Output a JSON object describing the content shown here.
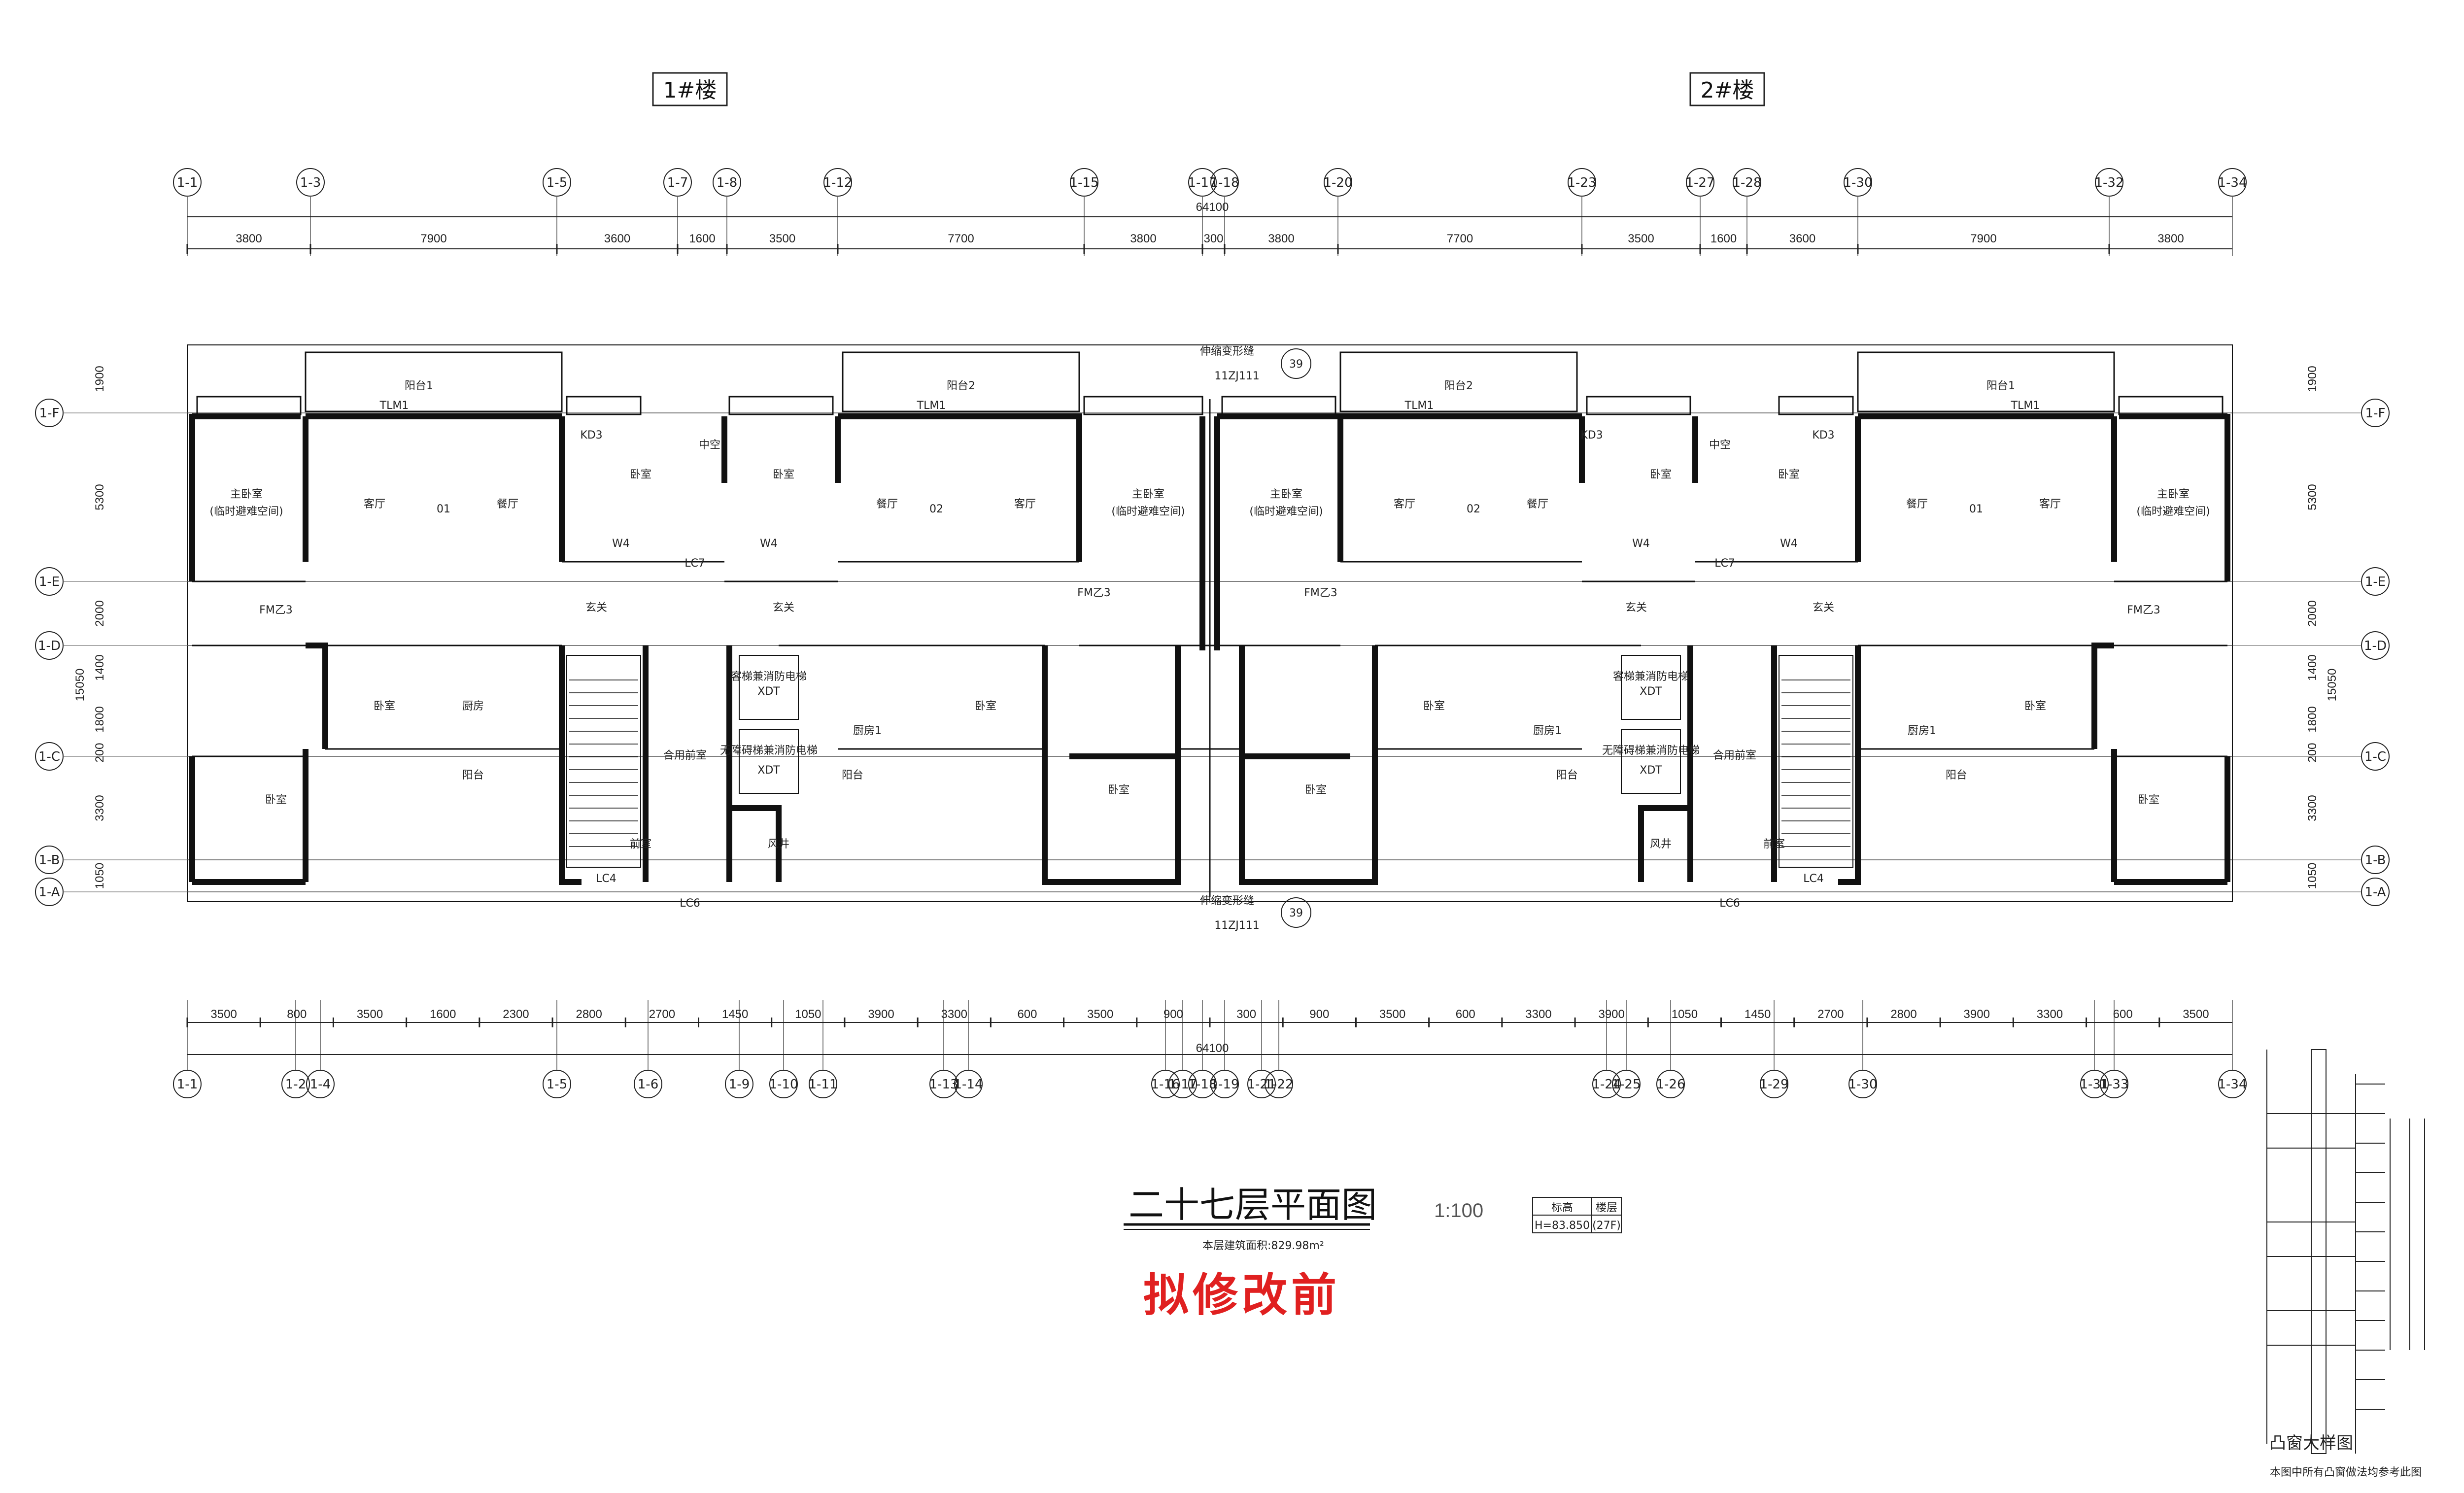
{
  "buildings": [
    "1#楼",
    "2#楼"
  ],
  "top_axes": [
    "1-1",
    "1-3",
    "1-5",
    "1-7",
    "1-8",
    "1-12",
    "1-15",
    "1-17",
    "1-18",
    "1-20",
    "1-23",
    "1-27",
    "1-28",
    "1-30",
    "1-32",
    "1-34"
  ],
  "bottom_axes": [
    "1-1",
    "1-2",
    "1-4",
    "1-5",
    "1-6",
    "1-9",
    "1-10",
    "1-11",
    "1-13",
    "1-14",
    "1-16",
    "1-17",
    "1-18",
    "1-19",
    "1-21",
    "1-22",
    "1-24",
    "1-25",
    "1-26",
    "1-29",
    "1-30",
    "1-31",
    "1-33",
    "1-34"
  ],
  "side_axes": [
    "1-F",
    "1-E",
    "1-D",
    "1-C",
    "1-B",
    "1-A"
  ],
  "overall_dim": "64100",
  "top_dims": [
    "3800",
    "7900",
    "3600",
    "1600",
    "3500",
    "7700",
    "3800",
    "300",
    "3800",
    "7700",
    "3500",
    "1600",
    "3600",
    "7900",
    "3800"
  ],
  "bottom_dims": [
    "3500",
    "800",
    "3500",
    "1600",
    "2300",
    "2800",
    "2700",
    "1450",
    "1050",
    "3900",
    "3300",
    "600",
    "3500",
    "900",
    "300",
    "900",
    "3500",
    "600",
    "3300",
    "3900",
    "1050",
    "1450",
    "2700",
    "2800",
    "3900",
    "3300",
    "600",
    "3500"
  ],
  "side_dims": [
    "1900",
    "5300",
    "2000",
    "1400",
    "1800",
    "200",
    "3300",
    "1050"
  ],
  "side_total": "15050",
  "rooms": {
    "master": "主卧室",
    "master_note": "(临时避难空间)",
    "living": "客厅",
    "dining": "餐厅",
    "bedroom": "卧室",
    "kitchen": "厨房",
    "kitchen1": "厨房1",
    "balcony": "阳台",
    "balcony1": "阳台1",
    "balcony2": "阳台2",
    "foyer": "玄关",
    "void": "中空",
    "corridor": "合用前室",
    "front_room": "前室",
    "elevator": "客梯兼消防电梯",
    "elevator2": "无障碍梯兼消防电梯",
    "wind": "风井",
    "unit01": "01",
    "unit02": "02"
  },
  "tags": {
    "tlm1": "TLM1",
    "kd3": "KD3",
    "w4": "W4",
    "lc7": "LC7",
    "lc4": "LC4",
    "lc6": "LC6",
    "xdt": "XDT",
    "fm": "FM乙3",
    "joint_top": "伸缩变形缝",
    "joint_ref": "11ZJ111",
    "joint_num": "39"
  },
  "title": "二十七层平面图",
  "scale": "1:100",
  "area_note": "本层建筑面积:829.98m²",
  "elevation_table": {
    "h1": "标高",
    "h2": "楼层",
    "v1": "H=83.850",
    "v2": "(27F)"
  },
  "stamp": "拟修改前",
  "detail_title": "凸窗大样图",
  "detail_note": "本图中所有凸窗做法均参考此图"
}
